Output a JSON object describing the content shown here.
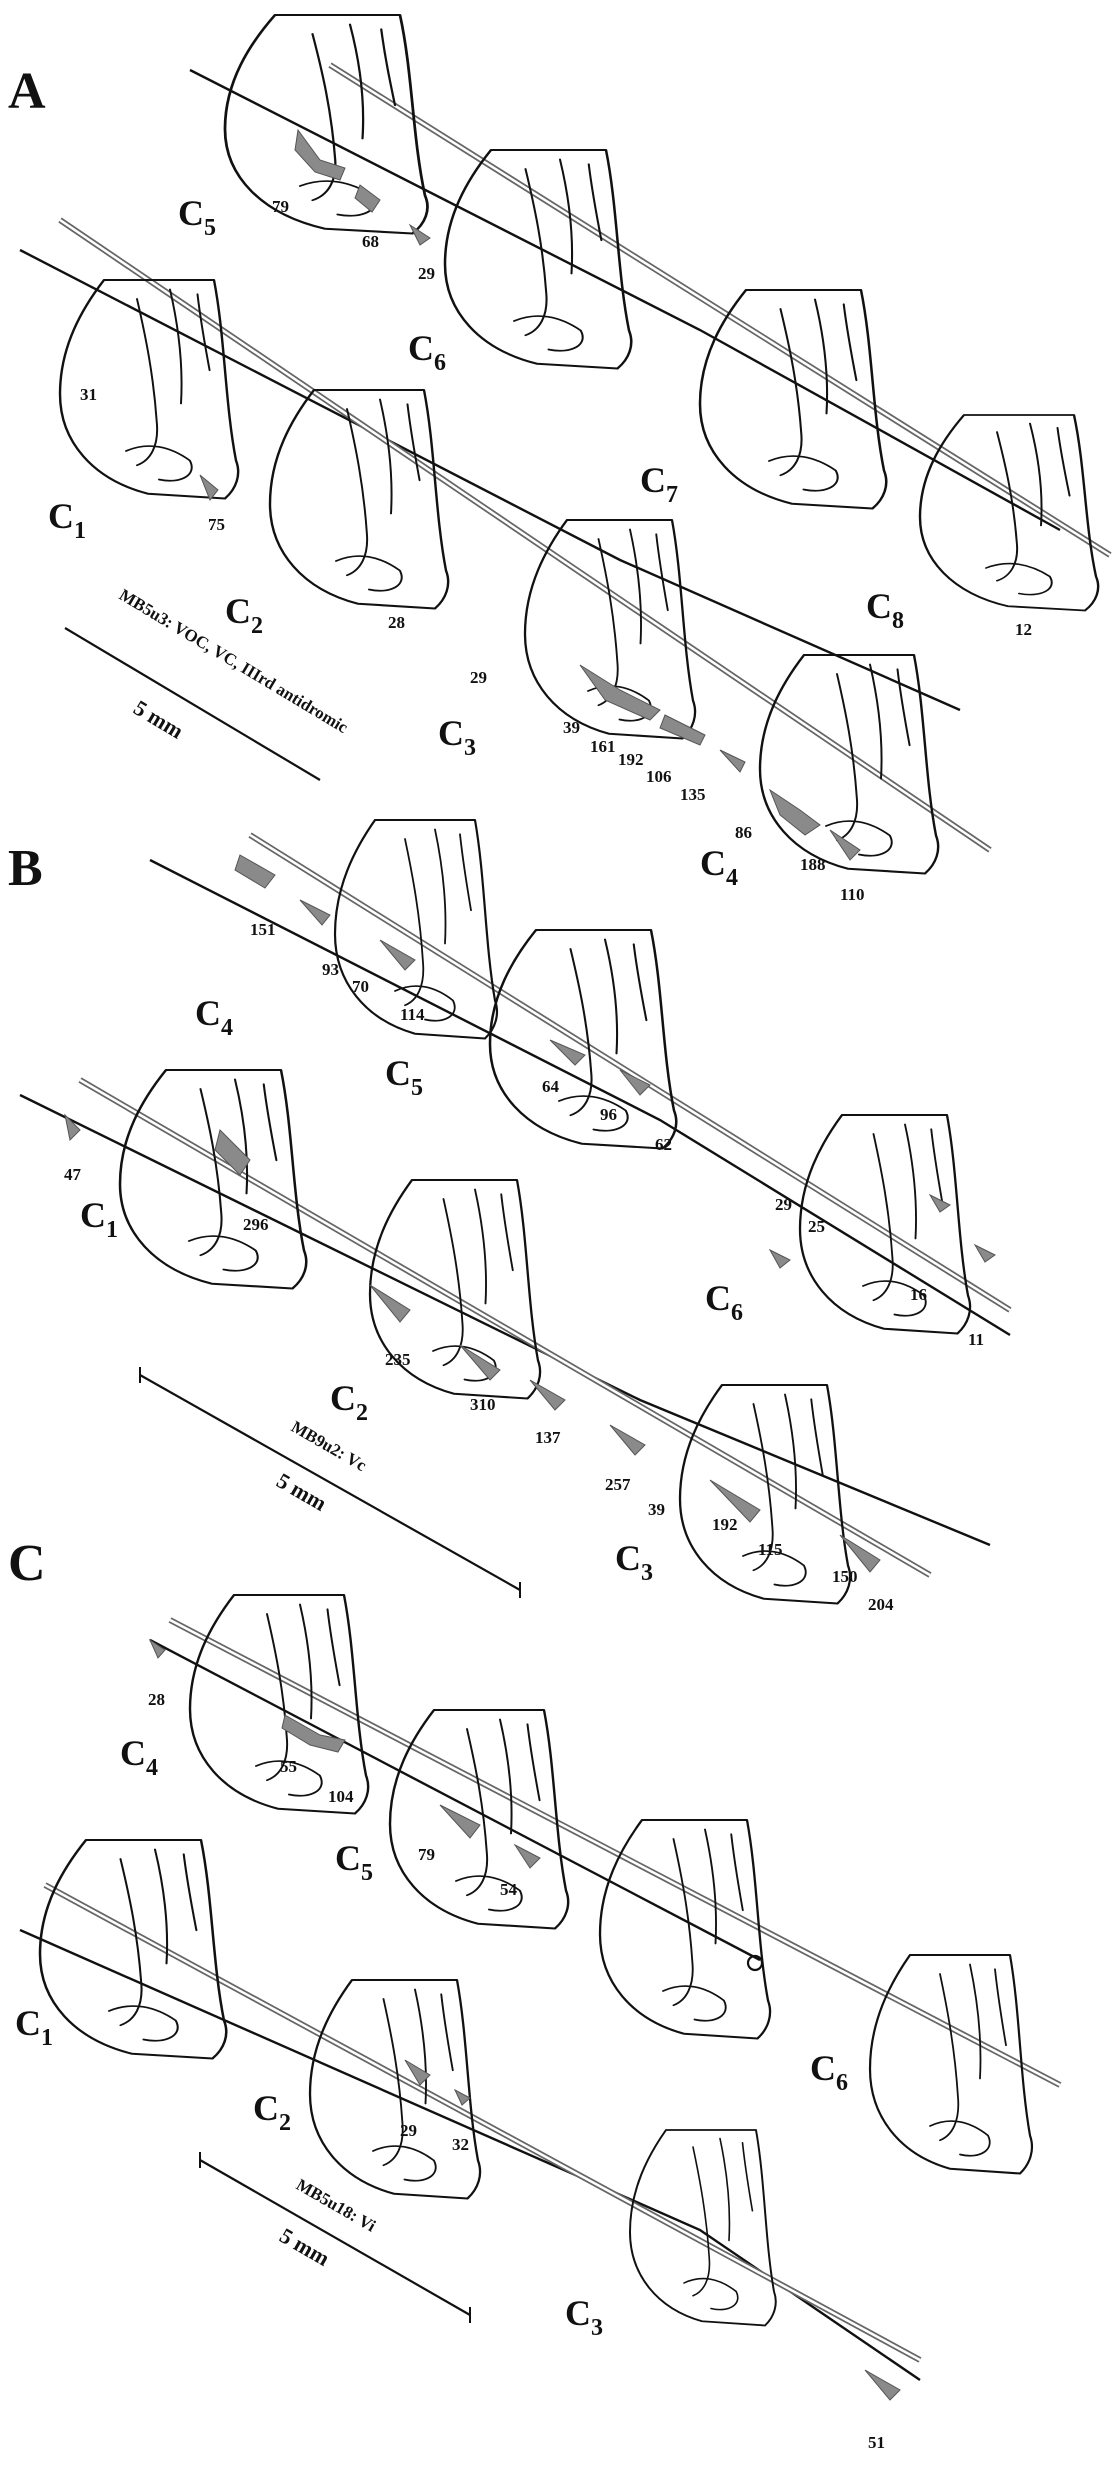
{
  "panels": {
    "A": {
      "label": "A",
      "recording": "MB5u3: VOC, VC, IIIrd antidromic",
      "scale_label": "5 mm",
      "segments": [
        {
          "main": "C",
          "sub": "5"
        },
        {
          "main": "C",
          "sub": "6"
        },
        {
          "main": "C",
          "sub": "7"
        },
        {
          "main": "C",
          "sub": "1"
        },
        {
          "main": "C",
          "sub": "2"
        },
        {
          "main": "C",
          "sub": "8"
        },
        {
          "main": "C",
          "sub": "3"
        },
        {
          "main": "C",
          "sub": "4"
        }
      ],
      "numbers": [
        "79",
        "68",
        "29",
        "31",
        "75",
        "28",
        "29",
        "12",
        "39",
        "161",
        "192",
        "106",
        "135",
        "86",
        "188",
        "110"
      ]
    },
    "B": {
      "label": "B",
      "recording": "MB9u2: Vc",
      "scale_label": "5 mm",
      "segments": [
        {
          "main": "C",
          "sub": "4"
        },
        {
          "main": "C",
          "sub": "5"
        },
        {
          "main": "C",
          "sub": "1"
        },
        {
          "main": "C",
          "sub": "6"
        },
        {
          "main": "C",
          "sub": "2"
        },
        {
          "main": "C",
          "sub": "3"
        }
      ],
      "numbers": [
        "151",
        "93",
        "70",
        "114",
        "64",
        "96",
        "62",
        "29",
        "25",
        "47",
        "296",
        "16",
        "11",
        "235",
        "310",
        "137",
        "257",
        "39",
        "192",
        "115",
        "150",
        "204"
      ]
    },
    "C": {
      "label": "C",
      "recording": "MB5u18: Vi",
      "scale_label": "5 mm",
      "segments": [
        {
          "main": "C",
          "sub": "4"
        },
        {
          "main": "C",
          "sub": "5"
        },
        {
          "main": "C",
          "sub": "1"
        },
        {
          "main": "C",
          "sub": "2"
        },
        {
          "main": "C",
          "sub": "6"
        },
        {
          "main": "C",
          "sub": "3"
        }
      ],
      "numbers": [
        "28",
        "55",
        "104",
        "79",
        "54",
        "29",
        "32",
        "51"
      ]
    }
  }
}
